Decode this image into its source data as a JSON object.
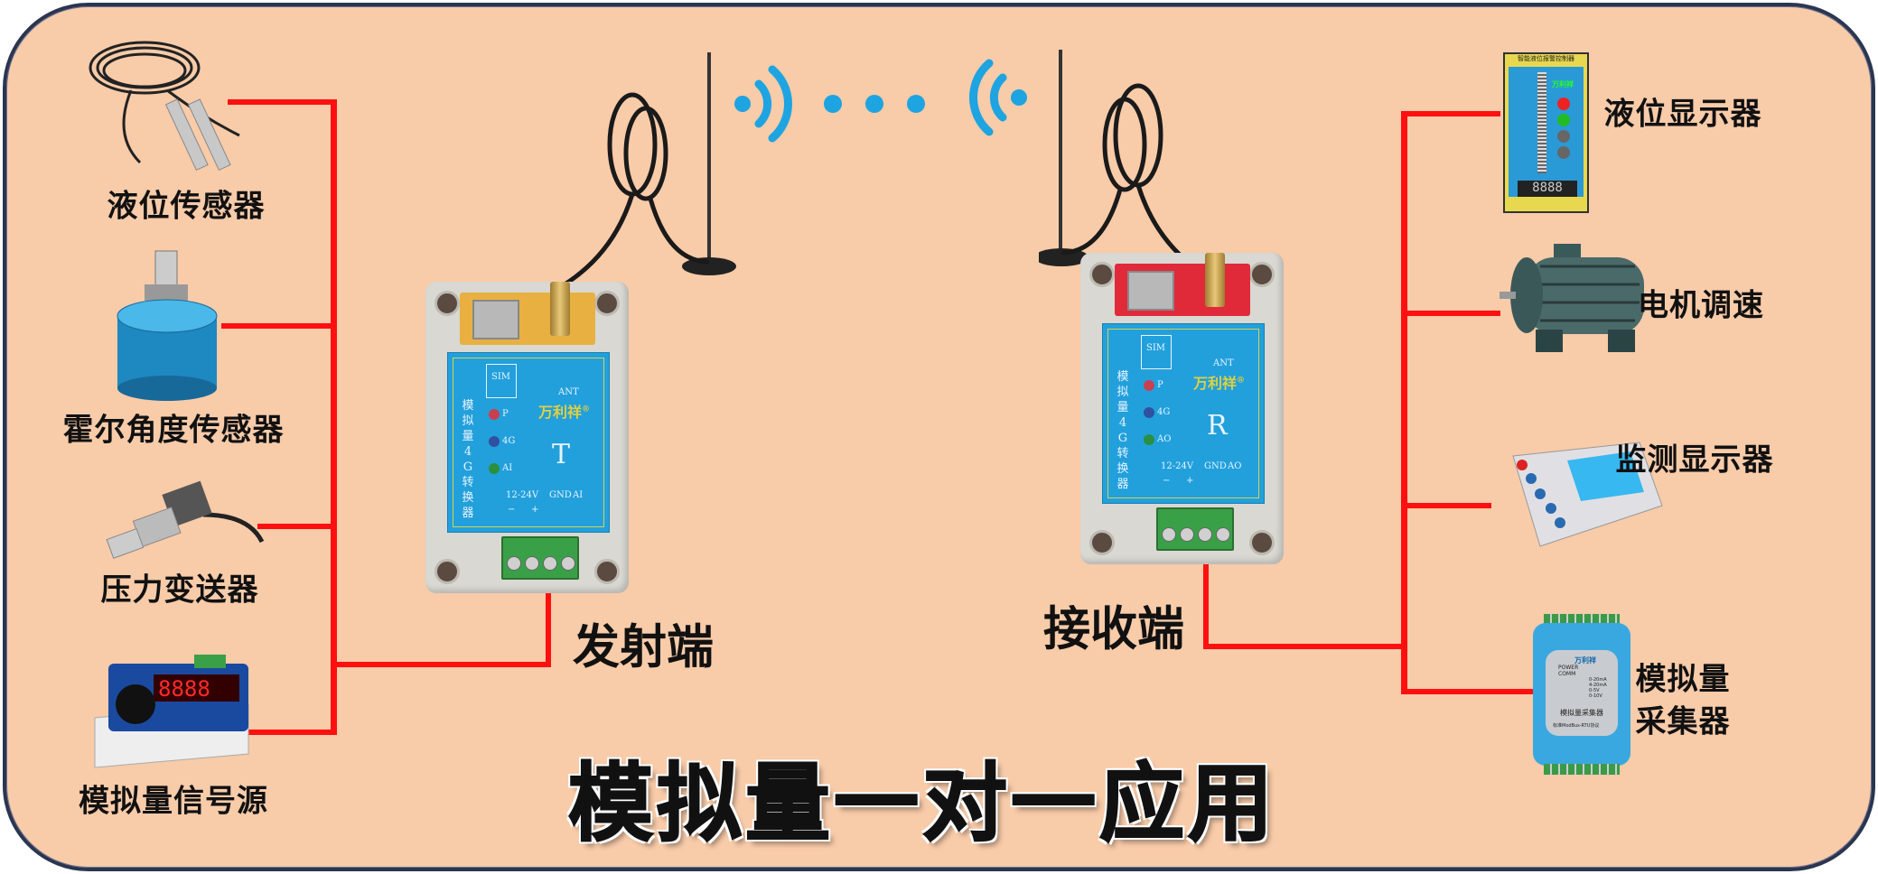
{
  "title": "模拟量一对一应用",
  "colors": {
    "background": "#f8cba9",
    "wire": "#ff1010",
    "panel": "#22a0dc",
    "signal": "#1ea4e0"
  },
  "left_devices": [
    {
      "label": "液位传感器",
      "icon": "level-sensor-icon"
    },
    {
      "label": "霍尔角度传感器",
      "icon": "hall-angle-sensor-icon"
    },
    {
      "label": "压力变送器",
      "icon": "pressure-transmitter-icon"
    },
    {
      "label": "模拟量信号源",
      "icon": "signal-source-icon"
    }
  ],
  "right_devices": [
    {
      "label": "液位显示器",
      "icon": "level-display-icon"
    },
    {
      "label": "电机调速",
      "icon": "motor-icon"
    },
    {
      "label": "监测显示器",
      "icon": "monitor-display-icon"
    },
    {
      "label_line1": "模拟量",
      "label_line2": "采集器",
      "icon": "analog-collector-icon"
    }
  ],
  "transmitter": {
    "caption": "发射端",
    "sim": "SIM",
    "ant": "ANT",
    "brand": "万利祥",
    "reg": "®",
    "name": "模拟量4G转换器",
    "led_p": "P",
    "led_4g": "4G",
    "led_io": "AI",
    "mode": "T",
    "voltage": "12-24V",
    "minus": "−",
    "plus": "+",
    "gnd": "GND",
    "io": "AI"
  },
  "receiver": {
    "caption": "接收端",
    "sim": "SIM",
    "ant": "ANT",
    "brand": "万利祥",
    "reg": "®",
    "name": "模拟量4G转换器",
    "led_p": "P",
    "led_4g": "4G",
    "led_io": "AO",
    "mode": "R",
    "voltage": "12-24V",
    "minus": "−",
    "plus": "+",
    "gnd": "GND",
    "io": "AO"
  },
  "level_display": {
    "header": "智能液位报警控制器",
    "brand": "万利祥",
    "digits": "8888"
  },
  "collector": {
    "brand": "万利祥",
    "power": "POWER",
    "comm": "COMM",
    "ranges": [
      "0-20mA",
      "4-20mA",
      "0-5V",
      "0-10V"
    ],
    "name": "模拟量采集器",
    "protocol": "标准ModBus-RTU协议"
  }
}
